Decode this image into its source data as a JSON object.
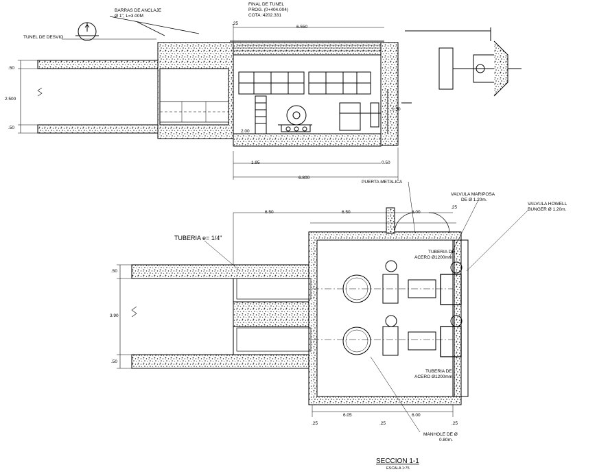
{
  "plan_top": {
    "anclaje_1": "BARRAS DE ANCLAJE",
    "anclaje_2": "Ø 1\", L=3.00M",
    "tunel_desvio": "TUNEL DE DESVIO",
    "final_1": "FINAL DE TUNEL",
    "final_2": "PROG. (0+404.004)",
    "final_3": "COTA :4202.331",
    "dim_top_edge": ".25",
    "dim_total_top": "6.550",
    "dim_left_1": ".50",
    "dim_left_2": "2.500",
    "dim_left_3": ".50",
    "dim_200": "2.00",
    "dim_150": "1.50",
    "dim_195": "1.95",
    "dim_050": "0.50",
    "dim_6800": "6.800"
  },
  "plan_bottom": {
    "puerta": "PUERTA METALICA",
    "valvula_mariposa_1": "VALVULA MARIPOSA",
    "valvula_mariposa_2": "DE Ø 1.20m.",
    "valvula_howell_1": "VALVULA HOWELL",
    "valvula_howell_2": "BUNGER Ø 1.20m.",
    "tuberia_e": "TUBERIA e= 1/4\"",
    "tuberia_acero_1a": "TUBERIA DE",
    "tuberia_acero_1b": "ACERO Ø1200mm",
    "tuberia_acero_2a": "TUBERIA DE",
    "tuberia_acero_2b": "ACERO Ø1200mm",
    "manhole_1": "MANHOLE DE Ø",
    "manhole_2": "0.80m.",
    "dim_650a": "6.50",
    "dim_650b": "6.50",
    "dim_600a": "6.00",
    "dim_25a": ".25",
    "dim_left_50a": ".50",
    "dim_left_390": "3.90",
    "dim_left_50b": ".50",
    "dim_605": "6.05",
    "dim_600b": "6.00",
    "dim_25b": ".25",
    "dim_25c": ".25",
    "dim_25d": ".25"
  },
  "title": {
    "main": "SECCION 1-1",
    "scale": "ESCALA 1:75"
  }
}
